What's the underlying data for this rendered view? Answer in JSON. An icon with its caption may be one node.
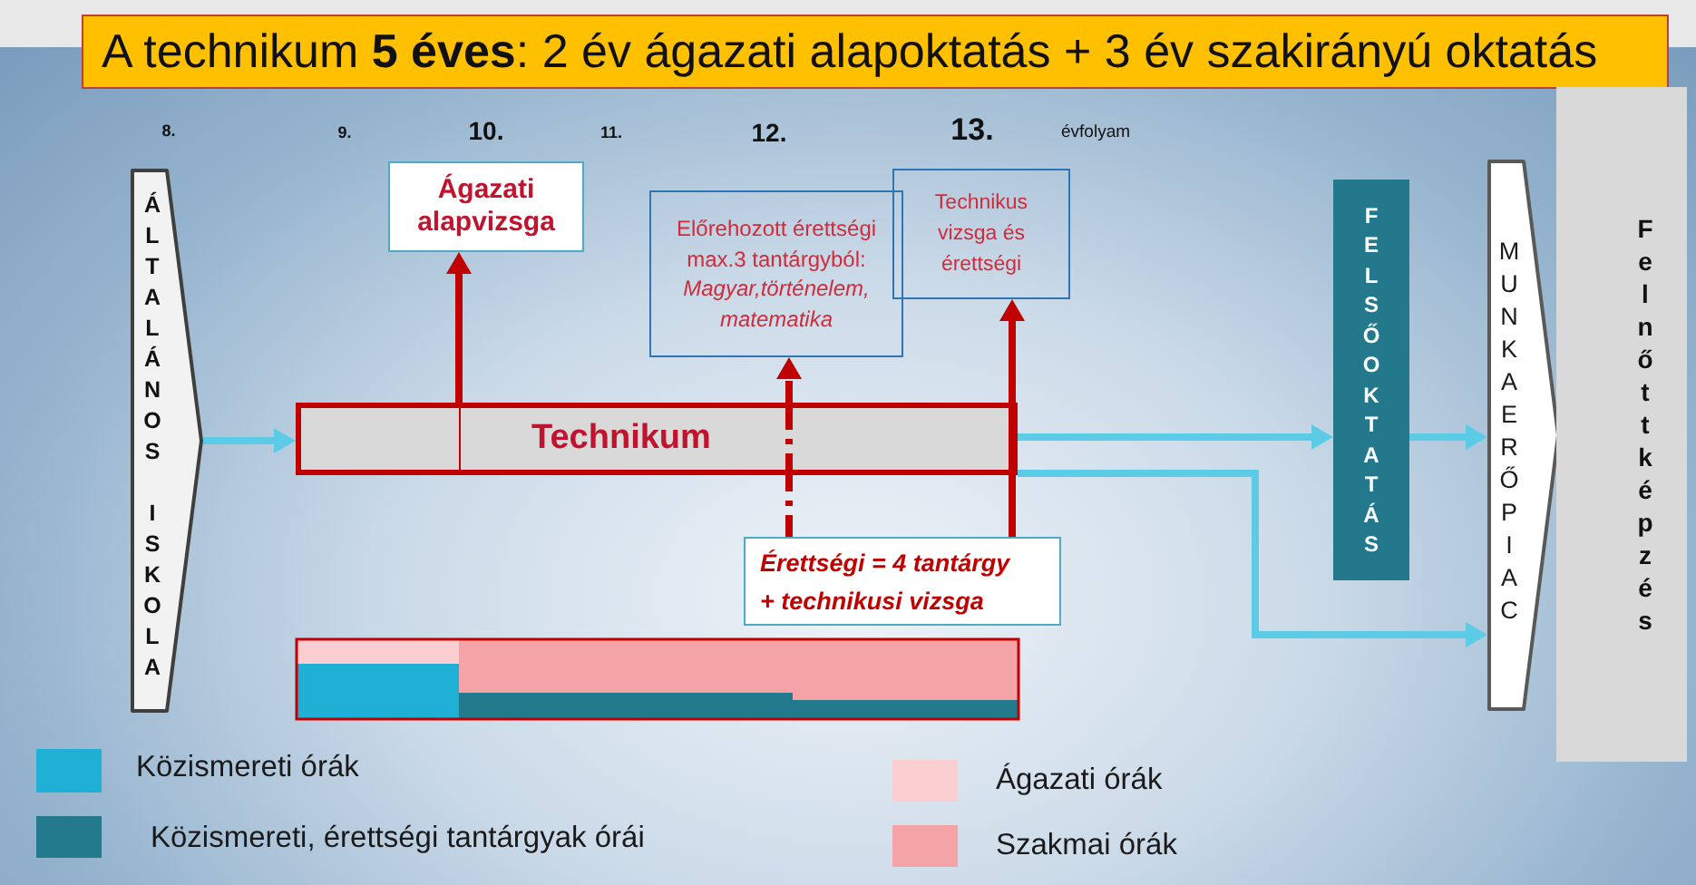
{
  "diagram": {
    "title": "A technikum **5 éves**: 2 év ágazati alapoktatás + 3 év szakirányú oktatás",
    "nodes": [
      {
        "text": [
          "ÁLTALÁNOS ISKOLA"
        ]
      },
      {
        "text": [
          "Ágazati alapvizsga"
        ]
      },
      {
        "text": [
          "Előrehozott érettségi max.3 tantárgyból:",
          "Magyar,történelem, matematika"
        ]
      },
      {
        "text": [
          "Technikus vizsga és érettségi"
        ]
      },
      {
        "text": [
          "Technikum"
        ]
      },
      {
        "text": [
          "Érettségi = 4 tantárgy + technikusi vizsga"
        ]
      },
      {
        "text": [
          "FELSŐOKTATÁS"
        ]
      },
      {
        "text": [
          "MUNKAERŐPIAC"
        ]
      },
      {
        "text": [
          "Felnőttképzés"
        ]
      }
    ],
    "edges": [
      {
        "from": 0,
        "to": 4,
        "arrow": "to"
      },
      {
        "from": 4,
        "to": 1,
        "arrow": "to",
        "color": "#c00000"
      },
      {
        "from": 4,
        "to": 2,
        "arrow": "to",
        "style": "dashed",
        "color": "#c00000"
      },
      {
        "from": 5,
        "to": 3,
        "arrow": "to",
        "color": "#c00000"
      },
      {
        "from": 4,
        "to": 6,
        "arrow": "to"
      },
      {
        "from": 6,
        "to": 7,
        "arrow": "to"
      },
      {
        "from": 4,
        "to": 7,
        "arrow": "to"
      },
      {
        "from": 5,
        "to": 4,
        "arrow": "none",
        "style": "dashed",
        "color": "#c00000"
      }
    ],
    "labels": [
      "8.",
      "9.",
      "10.",
      "11.",
      "12.",
      "13.",
      "évfolyam"
    ],
    "legend": [
      {
        "text": "Közismereti órák",
        "color": "#21b0d5"
      },
      {
        "text": "Közismereti, érettségi tantárgyak órái",
        "color": "#237a8c"
      },
      {
        "text": "Ágazati órák",
        "color": "#fbcfd1"
      },
      {
        "text": "Szakmai órák",
        "color": "#f4a3a7"
      }
    ]
  }
}
